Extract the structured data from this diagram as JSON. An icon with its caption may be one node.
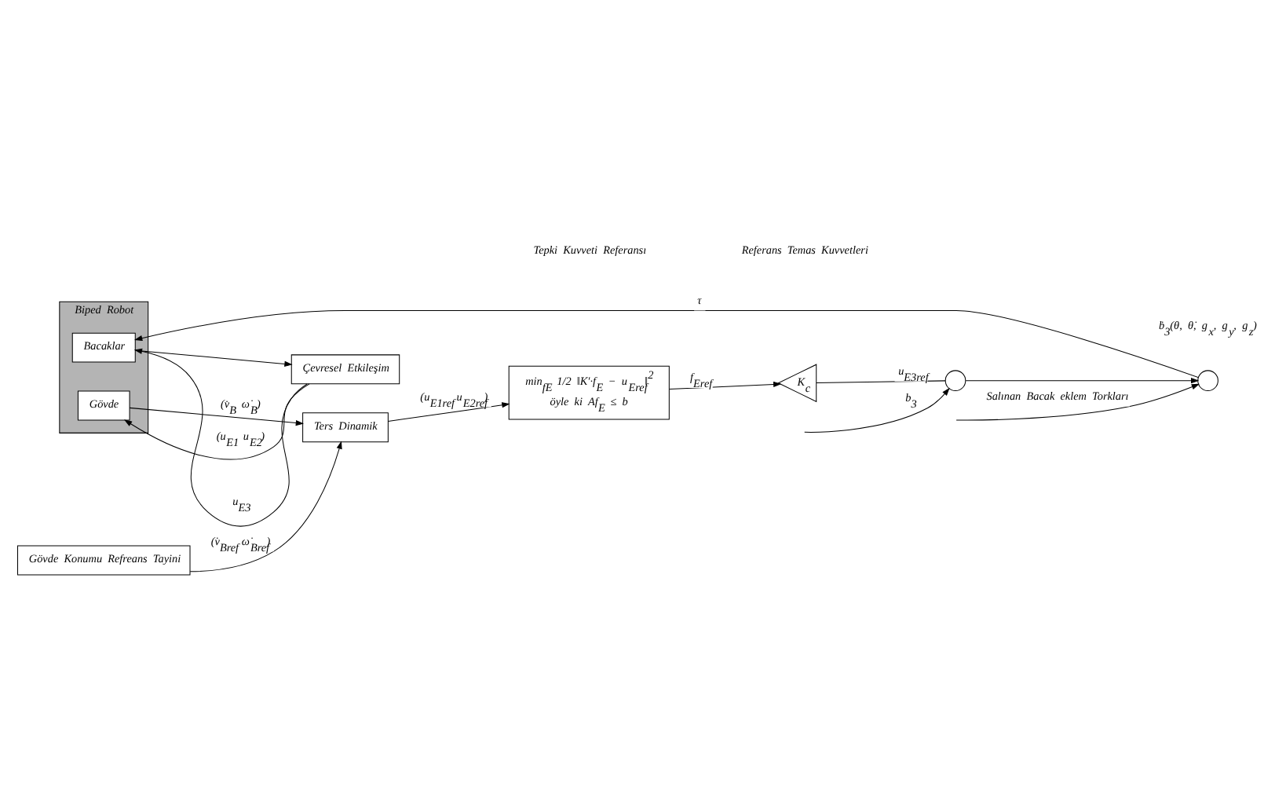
{
  "diagram": {
    "nodes": [
      {
        "text": [
          "Gövde Konumu Refreans Tayini"
        ]
      },
      {
        "text": [
          "Ters Dinamik"
        ]
      },
      {
        "text": [
          "min$_{fE}$ 1/2 ‖K′·f$_{E}$ − u$_{Eref}$‖$^{2}$",
          "öyle ki Af$_{E}$ ≤ b"
        ]
      },
      {
        "text": [
          "Biped Robot"
        ]
      },
      {
        "text": [
          "Gövde"
        ],
        "in": 3
      },
      {
        "text": [
          "Bacaklar"
        ],
        "in": 3
      },
      {
        "text": [
          "Çevresel Etkileşim"
        ]
      },
      {
        "text": [],
        "shape": "circle"
      },
      {
        "text": [
          "K$_{c}$"
        ]
      },
      {
        "text": [],
        "shape": "circle"
      }
    ],
    "edges": [
      {
        "from": 0,
        "to": 1,
        "arrow": "to",
        "label": "(v̇$_{Bref}$ ω̇$_{Bref}$)"
      },
      {
        "from": 4,
        "to": 1,
        "arrow": "to",
        "label": "(v̇$_{B}$ ω̇$_{B}$)"
      },
      {
        "from": 1,
        "to": 2,
        "arrow": "to",
        "label": "(u$_{E1ref}$ u$_{E2ref}$)"
      },
      {
        "from": 2,
        "to": 8,
        "arrow": "to",
        "label": "f$_{Eref}$"
      },
      {
        "from": null,
        "to": 7,
        "arrow": "to",
        "label": "b$_{3}$"
      },
      {
        "from": 8,
        "to": 7,
        "arrow": "none",
        "label": "u$_{E3ref}$"
      },
      {
        "from": 7,
        "to": 9,
        "arrow": "to"
      },
      {
        "from": null,
        "to": 9,
        "arrow": "to",
        "label": "Salınan Bacak eklem Torkları"
      },
      {
        "from": 9,
        "to": 5,
        "arrow": "to",
        "label": "τ"
      },
      {
        "from": 5,
        "to": 6,
        "arrow": "to"
      },
      {
        "from": 6,
        "to": 4,
        "arrow": "to",
        "label": "(u$_{E1}$ u$_{E2}$)"
      },
      {
        "from": 6,
        "to": 5,
        "arrow": "to",
        "label": "u$_{E3}$"
      }
    ],
    "labels": [
      "Tepki Kuvveti Referansı",
      "Referans Temas Kuvvetleri",
      "ḃ$_{3}$(θ, θ̇, g$_{x}$, g$_{y}$, g$_{z}$)"
    ]
  }
}
